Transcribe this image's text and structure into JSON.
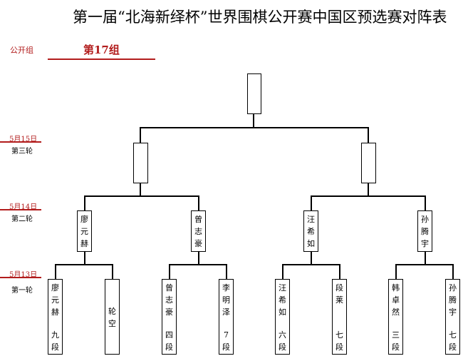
{
  "title": "第一届“北海新绎杯”世界围棋公开赛中国区预选赛对阵表",
  "group_label": "公开组",
  "group_name": "第17组",
  "rounds": [
    {
      "date": "5月15日",
      "name": "第三轮"
    },
    {
      "date": "5月14日",
      "name": "第二轮"
    },
    {
      "date": "5月13日",
      "name": "第一轮"
    }
  ],
  "round2": [
    {
      "name": "廖元赫"
    },
    {
      "name": "曾志豪"
    },
    {
      "name": "汪希如"
    },
    {
      "name": "孙腾宇"
    }
  ],
  "round1": [
    {
      "name": "廖元赫",
      "rank": "九段"
    },
    {
      "name": "轮空",
      "rank": ""
    },
    {
      "name": "曾志豪",
      "rank": "四段"
    },
    {
      "name": "李明泽",
      "rank": "7段"
    },
    {
      "name": "汪希如",
      "rank": "六段"
    },
    {
      "name": "段莱",
      "rank": "七段"
    },
    {
      "name": "韩卓然",
      "rank": "三段"
    },
    {
      "name": "孙腾宇",
      "rank": "七段"
    }
  ]
}
